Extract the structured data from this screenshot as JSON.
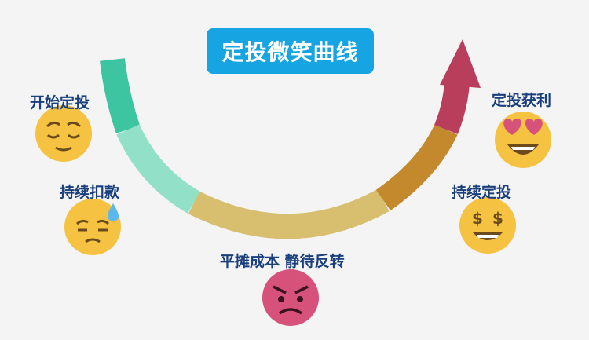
{
  "title": "定投微笑曲线",
  "stages": {
    "start": "开始定投",
    "continue_deducting": "持续扣款",
    "average_cost": "平摊成本 静待反转",
    "continue_investing": "持续定投",
    "take_profit": "定投获利"
  },
  "colors": {
    "title_bg": "#16a4e3",
    "label_text": "#1a3f7d",
    "arc_segment_1": "#3dc4a1",
    "arc_segment_2": "#93e0c8",
    "arc_segment_3": "#d7bf6f",
    "arc_segment_4": "#c4882d",
    "arc_segment_5": "#b83e5c",
    "emoji_yellow": "#f5c242",
    "emoji_pink": "#d6527a"
  },
  "icons": {
    "start": "relieved-face-icon",
    "continue_deducting": "downcast-sweat-face-icon",
    "average_cost": "angry-face-icon",
    "continue_investing": "money-mouth-face-icon",
    "take_profit": "heart-eyes-face-icon"
  }
}
